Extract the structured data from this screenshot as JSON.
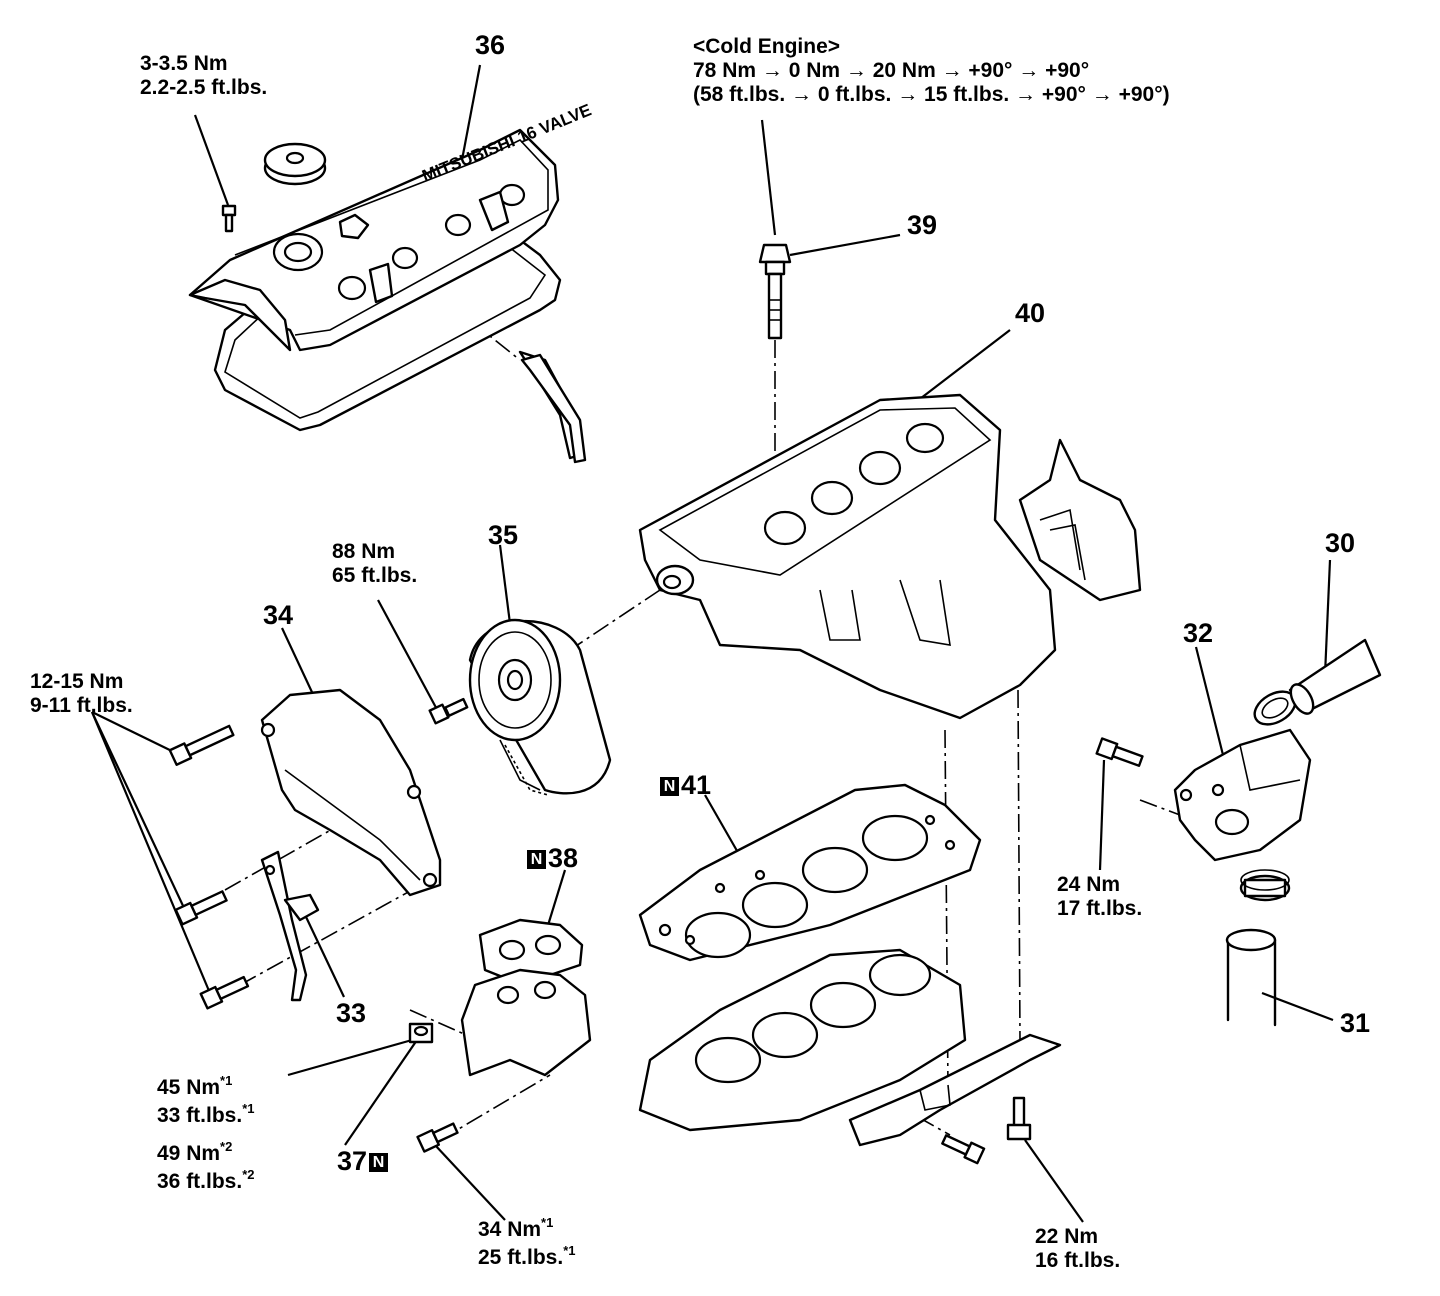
{
  "diagram": {
    "callouts": {
      "n30": "30",
      "n31": "31",
      "n32": "32",
      "n33": "33",
      "n34": "34",
      "n35": "35",
      "n36": "36",
      "n37": "37",
      "n38": "38",
      "n39": "39",
      "n40": "40",
      "n41": "41",
      "new_part_badge": "N"
    },
    "valve_cover_text": "MITSUBISHI 16 VALVE",
    "torques": {
      "rocker_cover_bolt": {
        "nm": "3-3.5 Nm",
        "ftlbs": "2.2-2.5 ft.lbs."
      },
      "head_bolt": {
        "header": "<Cold Engine>",
        "nm": "78 Nm → 0 Nm → 20 Nm → +90° → +90°",
        "ftlbs": "(58 ft.lbs. → 0 ft.lbs. → 15 ft.lbs. → +90° → +90°)"
      },
      "camshaft_sprocket": {
        "nm": "88 Nm",
        "ftlbs": "65 ft.lbs."
      },
      "timing_cover_bolts": {
        "nm": "12-15 Nm",
        "ftlbs": "9-11 ft.lbs."
      },
      "water_outlet_bolt": {
        "nm": "24 Nm",
        "ftlbs": "17 ft.lbs."
      },
      "exhaust_nut": {
        "nm1": "45 Nm",
        "ft1": "33 ft.lbs.",
        "sup1": "*1",
        "nm2": "49 Nm",
        "ft2": "36 ft.lbs.",
        "sup2": "*2"
      },
      "manifold_bolt": {
        "nm": "34 Nm",
        "ftlbs": "25 ft.lbs.",
        "sup": "*1"
      },
      "bracket_bolt": {
        "nm": "22 Nm",
        "ftlbs": "16 ft.lbs."
      }
    }
  }
}
